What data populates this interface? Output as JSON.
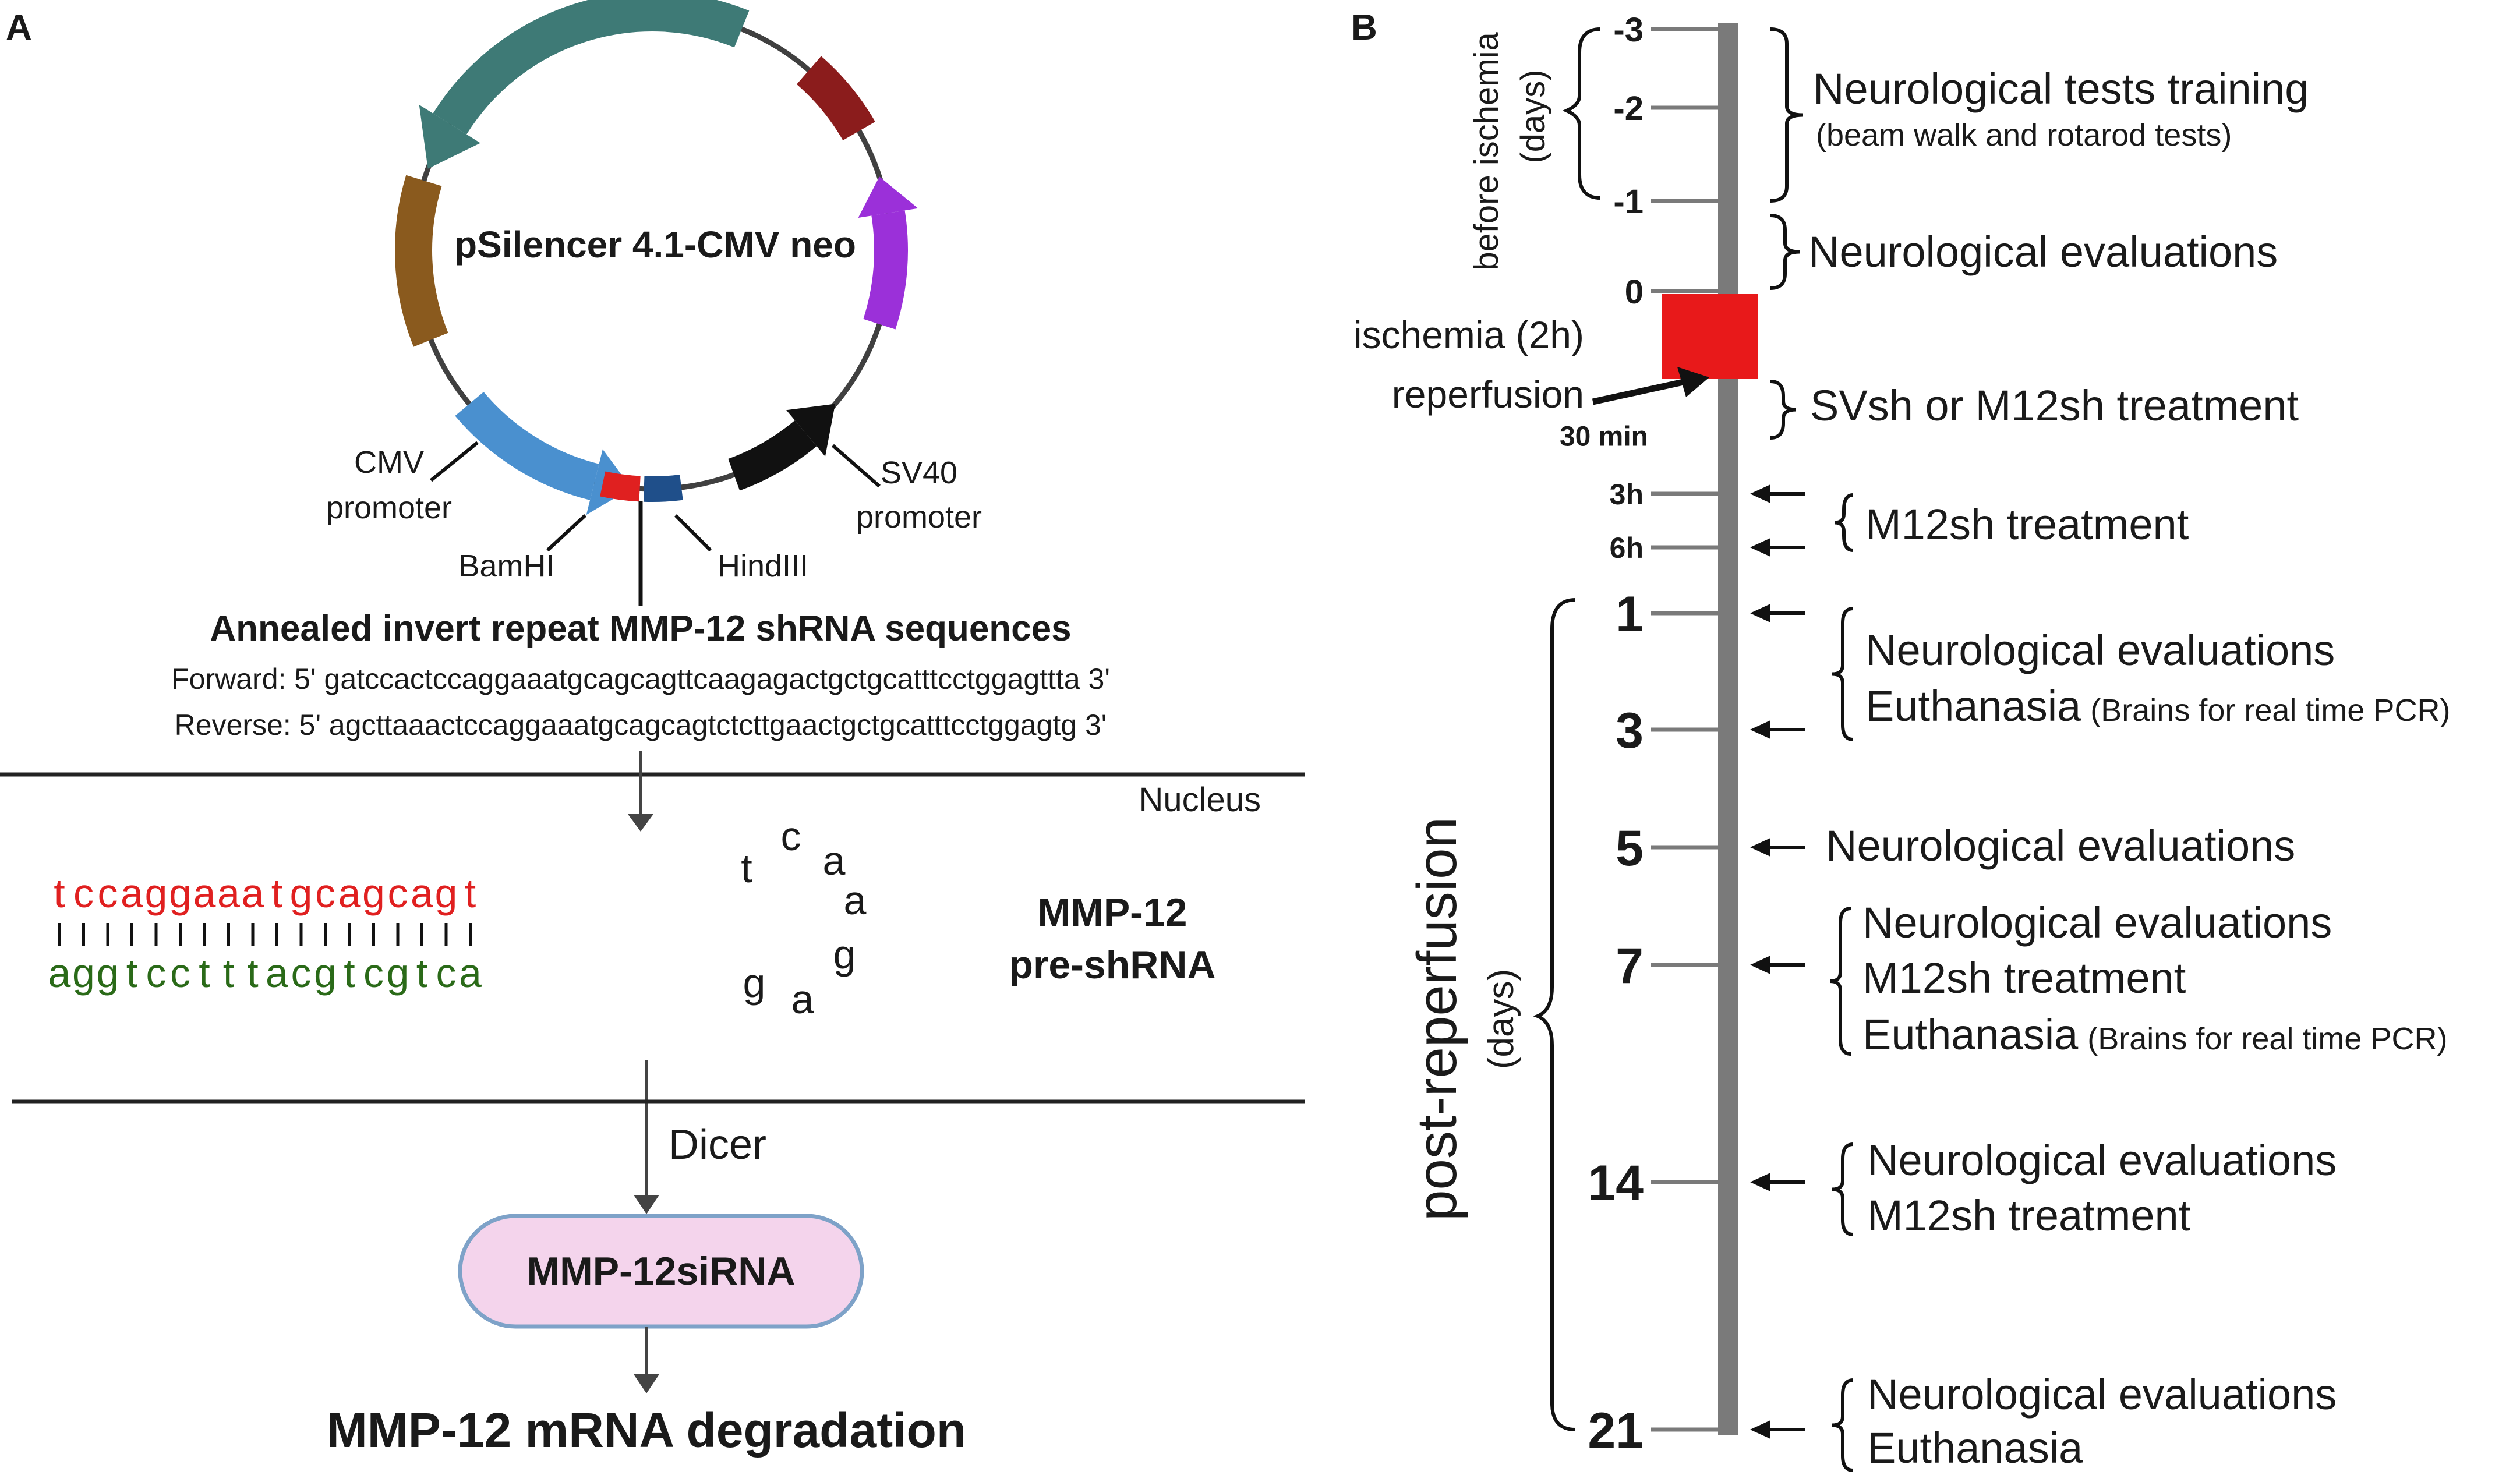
{
  "panel_a": {
    "label": "A",
    "plasmid": {
      "name": "pSilencer 4.1-CMV neo",
      "cmv_label_1": "CMV",
      "cmv_label_2": "promoter",
      "sv40_label_1": "SV40",
      "sv40_label_2": "promoter",
      "bamhi": "BamHI",
      "hindiii": "HindIII",
      "colors": {
        "teal": "#3e7a76",
        "darkred": "#8b1c1c",
        "purple": "#9b30d9",
        "black": "#111111",
        "blue": "#4a90cf",
        "brown": "#8a5a1e",
        "red_site": "#e02020",
        "blue_site": "#1f4f8a"
      }
    },
    "annealed_title": "Annealed invert repeat MMP-12 shRNA sequences",
    "forward": "Forward: 5' gatccactccaggaaatgcagcagttcaagagactgctgcatttcctggagttta 3'",
    "reverse": "Reverse: 5' agcttaaactccaggaaatgcagcagtctcttgaactgctgcatttcctggagtg 3'",
    "nucleus": "Nucleus",
    "hairpin": {
      "top": [
        "t",
        "c",
        "c",
        "a",
        "g",
        "g",
        "a",
        "a",
        "a",
        "t",
        "g",
        "c",
        "a",
        "g",
        "c",
        "a",
        "g",
        "t"
      ],
      "bottom": [
        "a",
        "g",
        "g",
        "t",
        "c",
        "c",
        "t",
        "t",
        "t",
        "a",
        "c",
        "g",
        "t",
        "c",
        "g",
        "t",
        "c",
        "a"
      ],
      "loop": [
        "t",
        "c",
        "a",
        "a",
        "g",
        "a",
        "g"
      ]
    },
    "preshrna_1": "MMP-12",
    "preshrna_2": "pre-shRNA",
    "dicer": "Dicer",
    "sirna": "MMP-12siRNA",
    "degradation": "MMP-12 mRNA degradation"
  },
  "panel_b": {
    "label": "B",
    "before_label_1": "before ischemia",
    "before_label_2": "(days)",
    "post_label_1": "post-reperfusion",
    "post_label_2": "(days)",
    "ischemia": "ischemia (2h)",
    "reperfusion": "reperfusion",
    "ischemia_color": "#e8191a",
    "ticks": [
      {
        "label": "-3",
        "t": -3
      },
      {
        "label": "-2",
        "t": -2
      },
      {
        "label": "-1",
        "t": -1
      },
      {
        "label": "0",
        "t": 0
      },
      {
        "label": "30 min",
        "t": 0.5
      },
      {
        "label": "3h",
        "t": 3
      },
      {
        "label": "6h",
        "t": 6
      },
      {
        "label": "1",
        "t": 24
      },
      {
        "label": "3",
        "t": 72
      },
      {
        "label": "5",
        "t": 120
      },
      {
        "label": "7",
        "t": 168
      },
      {
        "label": "14",
        "t": 336
      },
      {
        "label": "21",
        "t": 504
      }
    ],
    "events": {
      "training_1": "Neurological tests training",
      "training_2": "(beam walk and rotarod tests)",
      "eval_0": "Neurological evaluations",
      "svsh": "SVsh or M12sh treatment",
      "m12sh_early": "M12sh treatment",
      "d1_eval": "Neurological evaluations",
      "d1_euth": "Euthanasia",
      "d1_euth_note": "(Brains for real time PCR)",
      "d5_eval": "Neurological evaluations",
      "d7_eval": "Neurological evaluations",
      "d7_treat": "M12sh treatment",
      "d7_euth": "Euthanasia",
      "d7_euth_note": "(Brains for real time PCR)",
      "d14_eval": "Neurological evaluations",
      "d14_treat": "M12sh treatment",
      "d21_eval": "Neurological evaluations",
      "d21_euth": "Euthanasia"
    }
  }
}
